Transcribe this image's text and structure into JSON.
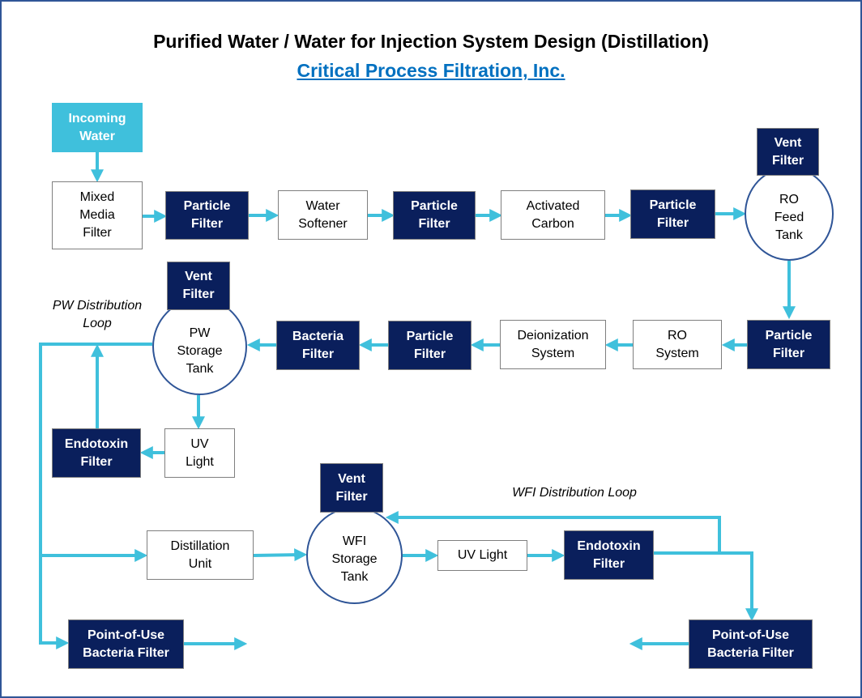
{
  "header": {
    "title": "Purified Water / Water for Injection System Design (Distillation)",
    "subtitle": "Critical Process Filtration, Inc. "
  },
  "colors": {
    "arrow": "#3fc0dc",
    "dark_box": "#0a1f5c",
    "incoming_box": "#3fc0dc",
    "tank_border": "#2f5597",
    "frame_border": "#2f5597",
    "subtitle": "#0070c0"
  },
  "nodes": {
    "incoming_water": "Incoming\nWater",
    "mixed_media_filter": "Mixed\nMedia\nFilter",
    "particle_filter_1": "Particle\nFilter",
    "water_softener": "Water\nSoftener",
    "particle_filter_2": "Particle\nFilter",
    "activated_carbon": "Activated\nCarbon",
    "particle_filter_3": "Particle\nFilter",
    "vent_filter_ro": "Vent\nFilter",
    "ro_feed_tank": "RO\nFeed\nTank",
    "particle_filter_4": "Particle\nFilter",
    "ro_system": "RO\nSystem",
    "deionization_system": "Deionization\nSystem",
    "particle_filter_5": "Particle\nFilter",
    "bacteria_filter": "Bacteria\nFilter",
    "vent_filter_pw": "Vent\nFilter",
    "pw_storage_tank": "PW\nStorage\nTank",
    "uv_light_pw": "UV\nLight",
    "endotoxin_filter_pw": "Endotoxin\nFilter",
    "distillation_unit": "Distillation\nUnit",
    "vent_filter_wfi": "Vent\nFilter",
    "wfi_storage_tank": "WFI\nStorage\nTank",
    "uv_light_wfi": "UV Light",
    "endotoxin_filter_wfi": "Endotoxin\nFilter",
    "pou_filter_pw": "Point-of-Use\nBacteria Filter",
    "pou_filter_wfi": "Point-of-Use\nBacteria Filter"
  },
  "labels": {
    "pw_loop": "PW Distribution\nLoop",
    "wfi_loop": "WFI Distribution Loop"
  }
}
